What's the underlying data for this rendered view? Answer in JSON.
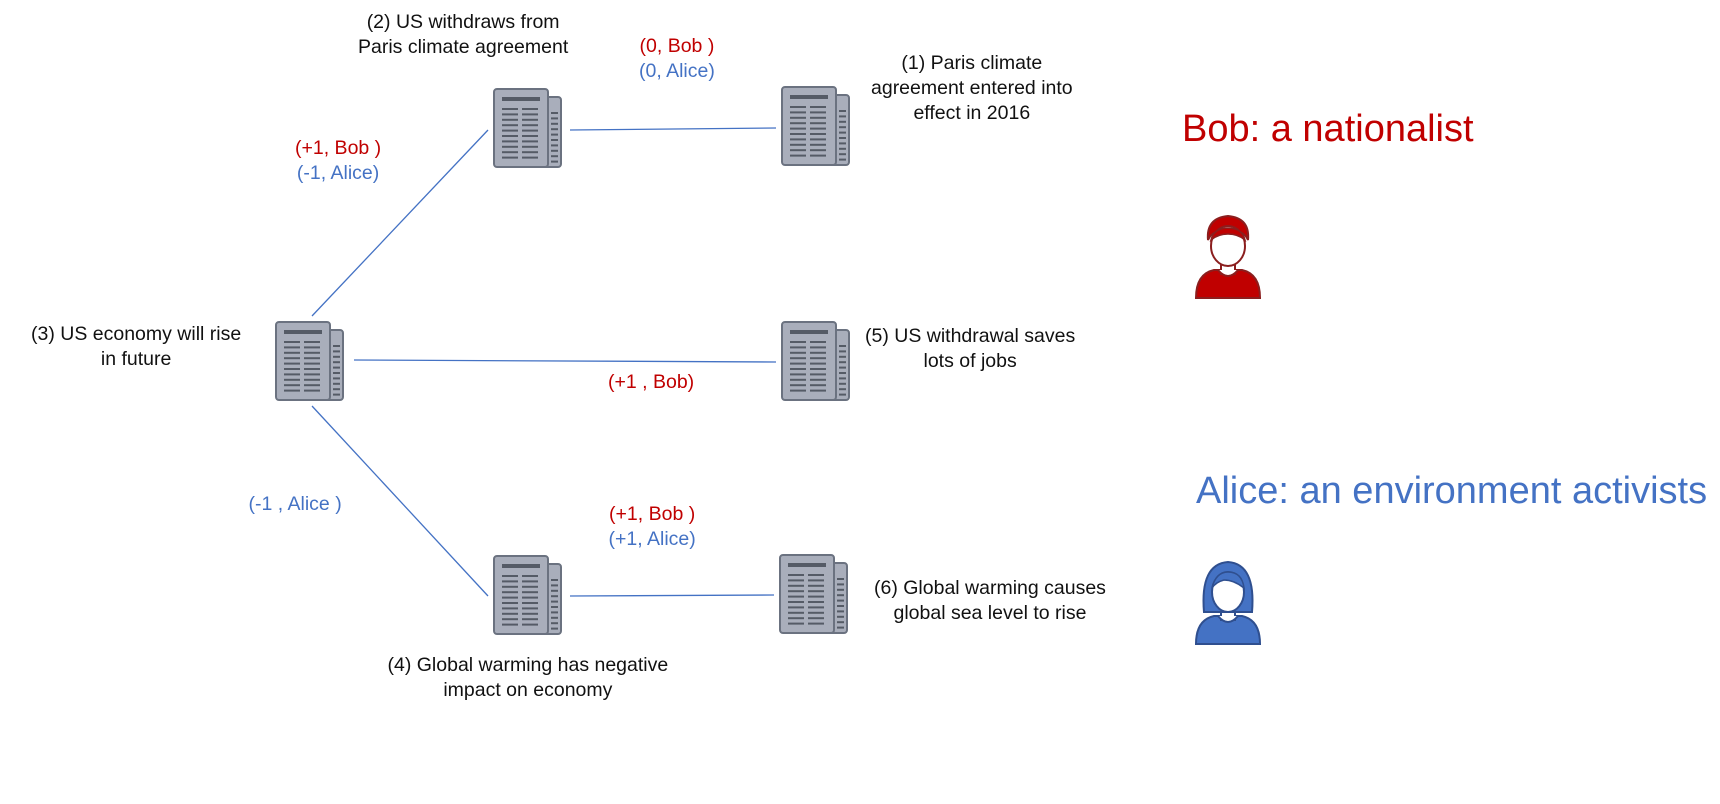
{
  "colors": {
    "bob": "#c00000",
    "alice": "#4472c4",
    "edge": "#4472c4",
    "doc_fill": "#a9aebb",
    "doc_stroke": "#6b7280",
    "doc_lines": "#555b66",
    "text": "#111111"
  },
  "nodes": [
    {
      "id": "n1",
      "lines": [
        "(1) Paris climate",
        "agreement entered into",
        "effect in 2016"
      ]
    },
    {
      "id": "n2",
      "lines": [
        "(2) US withdraws from",
        "Paris climate agreement"
      ]
    },
    {
      "id": "n3",
      "lines": [
        "(3) US economy will rise",
        "in future"
      ]
    },
    {
      "id": "n4",
      "lines": [
        "(4) Global warming has negative",
        "impact on economy"
      ]
    },
    {
      "id": "n5",
      "lines": [
        "(5) US withdrawal saves",
        "lots of jobs"
      ]
    },
    {
      "id": "n6",
      "lines": [
        "(6) Global warming causes",
        "global sea level to rise"
      ]
    }
  ],
  "edges": [
    {
      "id": "e-2-1",
      "from": "n2",
      "to": "n1",
      "labels": [
        {
          "text": "(0, Bob )",
          "who": "bob"
        },
        {
          "text": "(0, Alice)",
          "who": "alice"
        }
      ]
    },
    {
      "id": "e-3-2",
      "from": "n3",
      "to": "n2",
      "labels": [
        {
          "text": "(+1, Bob )",
          "who": "bob"
        },
        {
          "text": "(-1, Alice)",
          "who": "alice"
        }
      ]
    },
    {
      "id": "e-3-5",
      "from": "n3",
      "to": "n5",
      "labels": [
        {
          "text": "(+1 , Bob)",
          "who": "bob"
        }
      ]
    },
    {
      "id": "e-3-4",
      "from": "n3",
      "to": "n4",
      "labels": [
        {
          "text": "(-1 , Alice )",
          "who": "alice"
        }
      ]
    },
    {
      "id": "e-4-6",
      "from": "n4",
      "to": "n6",
      "labels": [
        {
          "text": "(+1, Bob )",
          "who": "bob"
        },
        {
          "text": "(+1, Alice)",
          "who": "alice"
        }
      ]
    }
  ],
  "personas": {
    "bob": {
      "title": "Bob: a nationalist",
      "icon": "man-user-icon"
    },
    "alice": {
      "title": "Alice: an environment activists",
      "icon": "woman-user-icon"
    }
  }
}
